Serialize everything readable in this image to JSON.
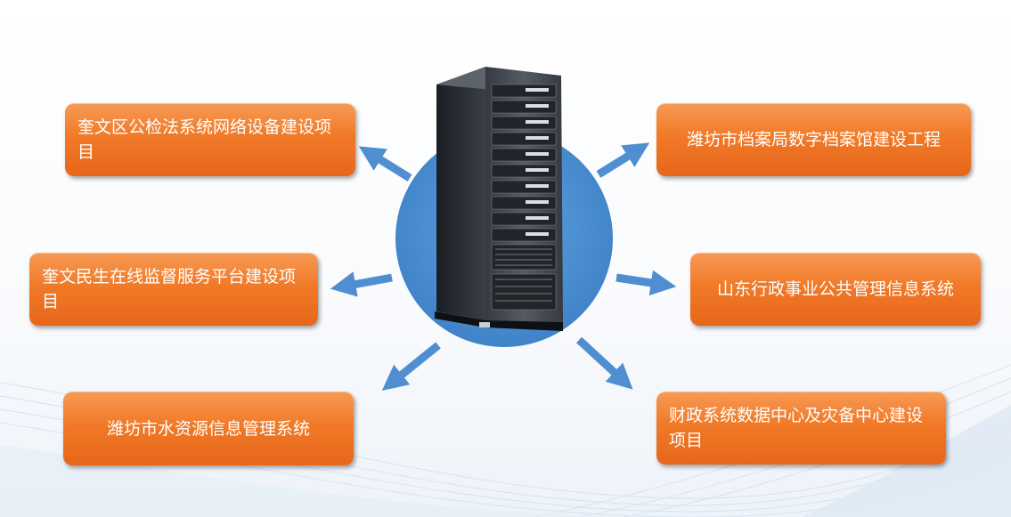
{
  "diagram": {
    "hub": {
      "icon": "server-rack-icon"
    },
    "projects": [
      {
        "label": "奎文区公检法系统网络设备建设项目"
      },
      {
        "label": "奎文民生在线监督服务平台建设项目"
      },
      {
        "label": "潍坊市水资源信息管理系统"
      },
      {
        "label": "潍坊市档案局数字档案馆建设工程"
      },
      {
        "label": "山东行政事业公共管理信息系统"
      },
      {
        "label": "财政系统数据中心及灾备中心建设项目"
      }
    ],
    "colors": {
      "box": "#f07a28",
      "arrow": "#4f8fd1",
      "circle": "#4a90d4",
      "text": "#ffffff"
    }
  }
}
